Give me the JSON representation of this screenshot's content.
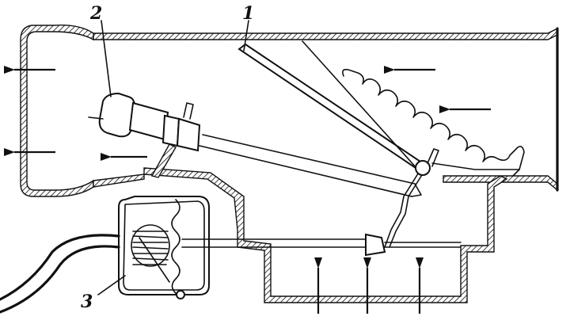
{
  "labels": {
    "l1": "1",
    "l2": "2",
    "l3": "3"
  },
  "colors": {
    "line": "#111111",
    "background": "#ffffff"
  }
}
